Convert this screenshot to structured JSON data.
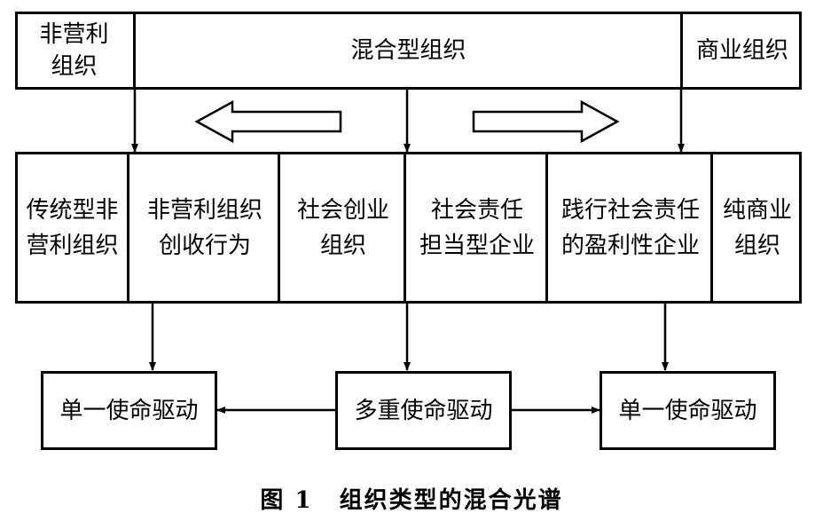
{
  "top_row": {
    "left": [
      "非营利",
      "组织"
    ],
    "center": "混合型组织",
    "right": "商业组织"
  },
  "middle_row": [
    [
      "传统型非",
      "营利组织"
    ],
    [
      "非营利组织",
      "创收行为"
    ],
    [
      "社会创业",
      "组织"
    ],
    [
      "社会责任",
      "担当型企业"
    ],
    [
      "践行社会责任",
      "的盈利性企业"
    ],
    [
      "纯商业",
      "组织"
    ]
  ],
  "bottom_row": {
    "left": "单一使命驱动",
    "center": "多重使命驱动",
    "right": "单一使命驱动"
  },
  "caption": {
    "number": "图 1",
    "title": "组织类型的混合光谱"
  }
}
